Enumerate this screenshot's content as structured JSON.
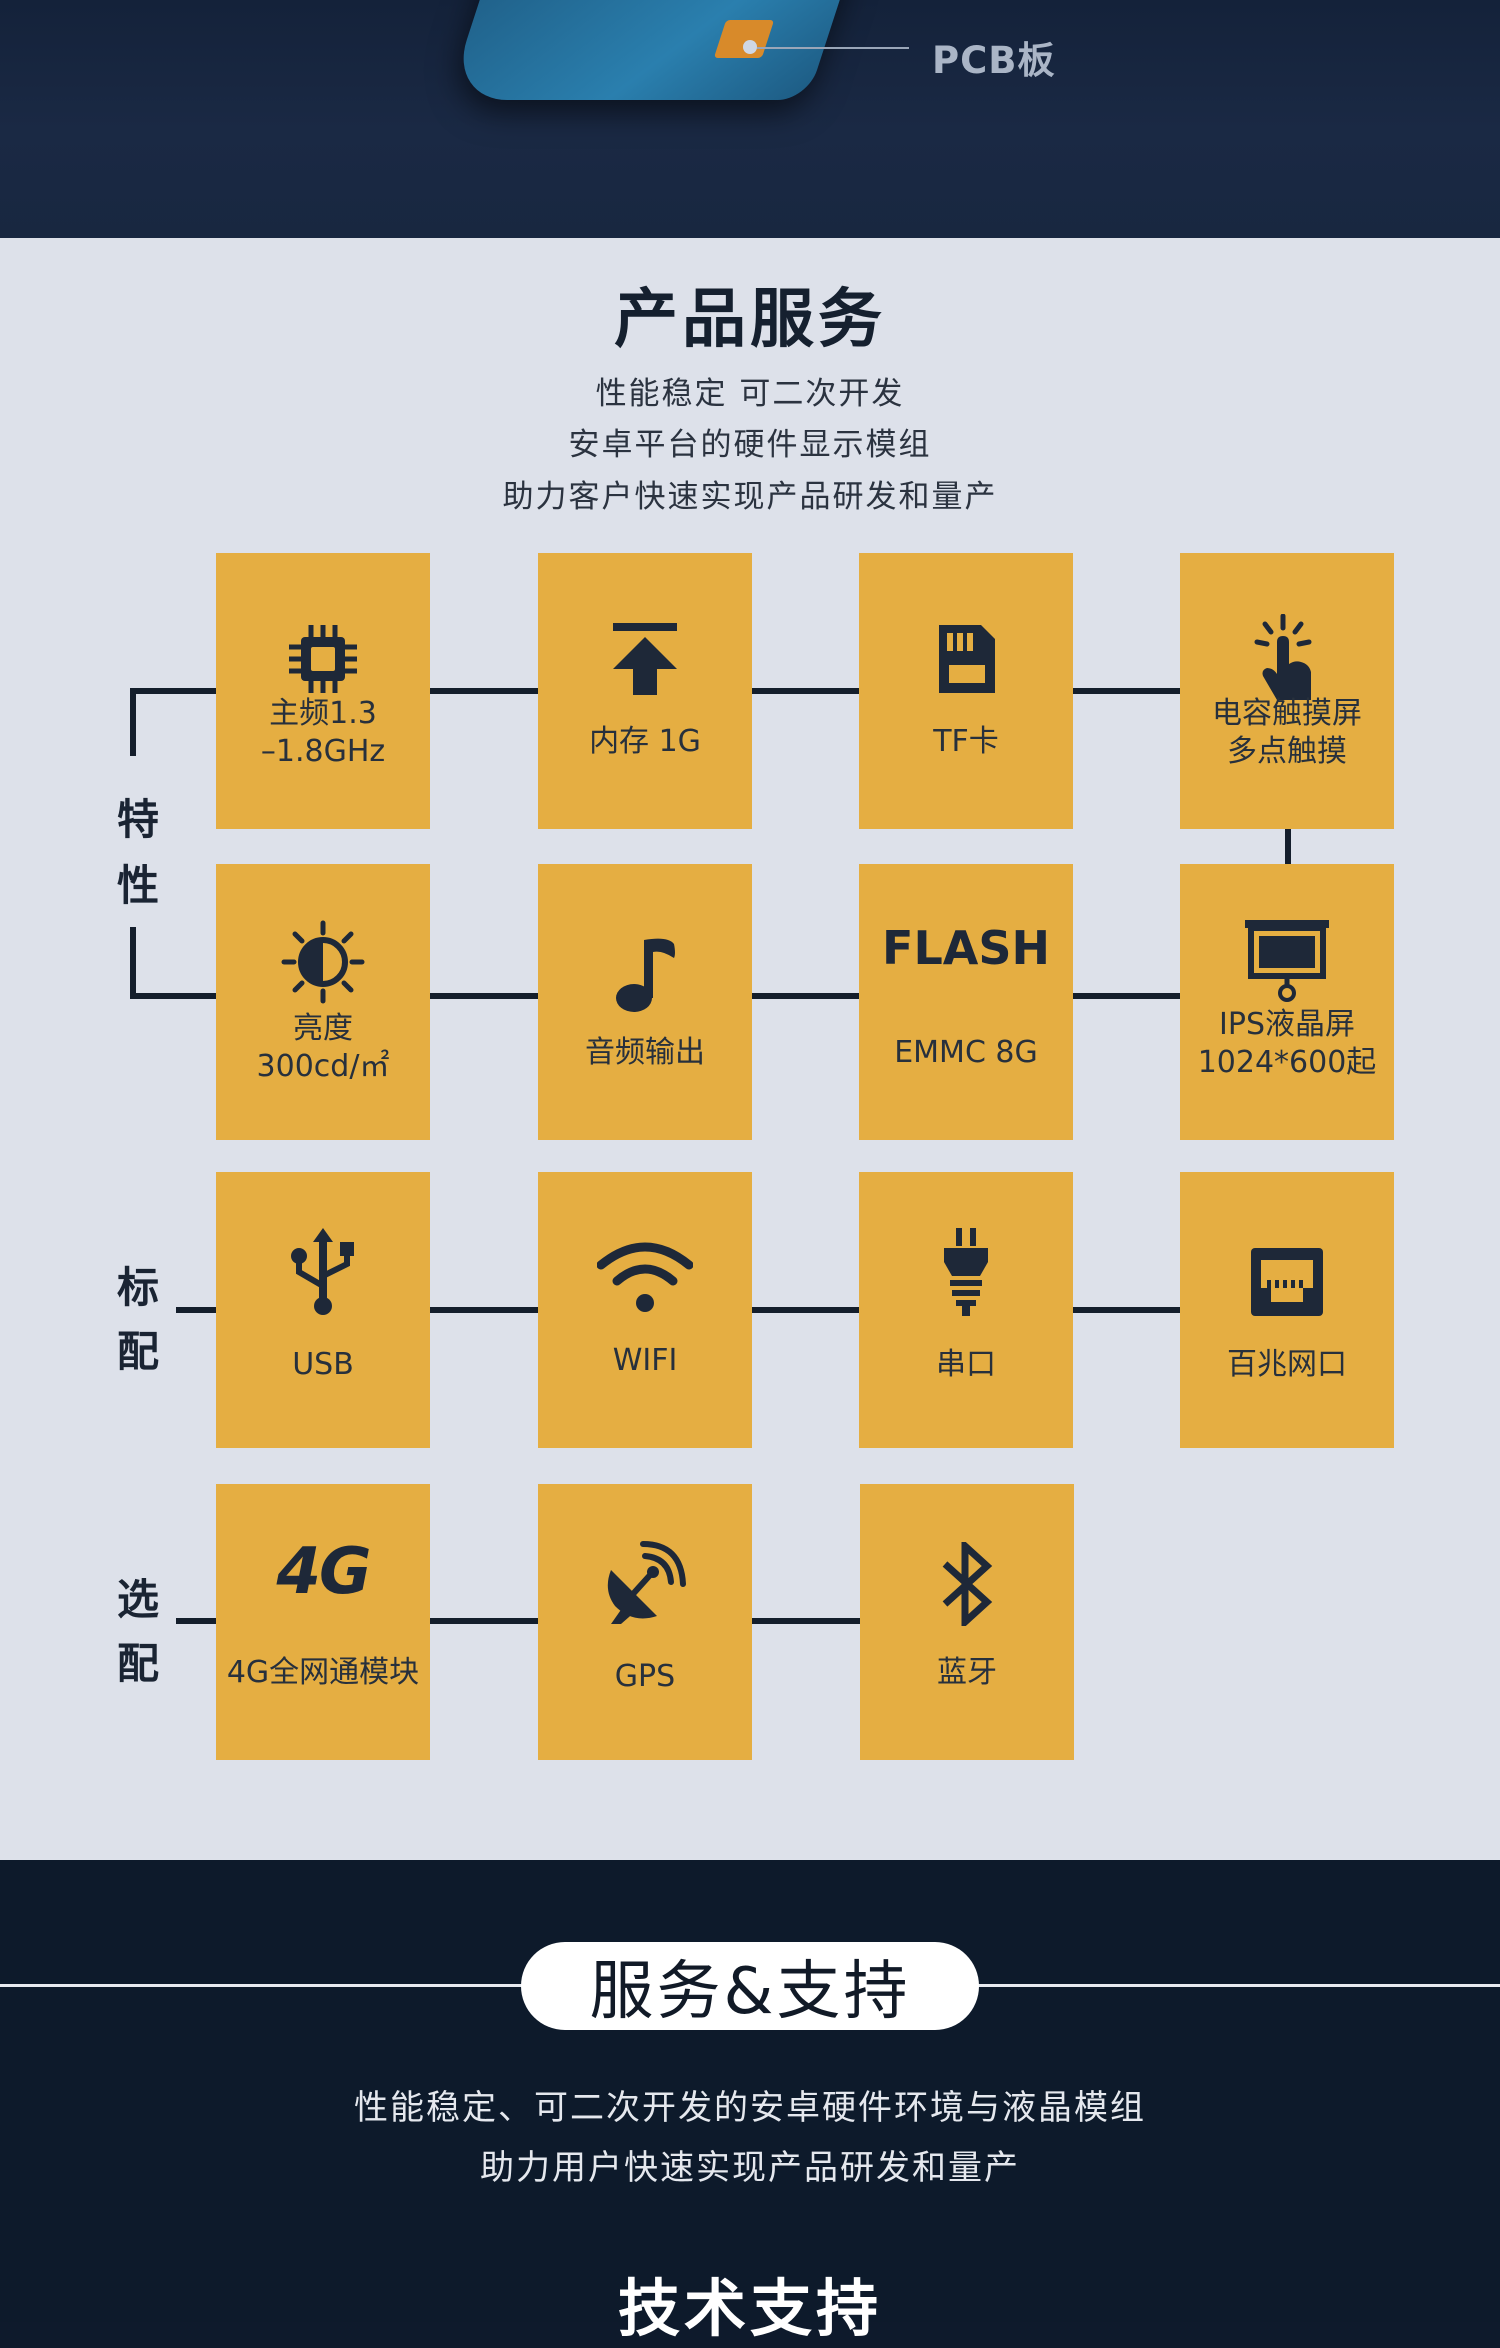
{
  "top": {
    "pcb_label": "PCB板"
  },
  "services": {
    "title": "产品服务",
    "subtitle_lines": [
      "性能稳定 可二次开发",
      "安卓平台的硬件显示模组",
      "助力客户快速实现产品研发和量产"
    ],
    "groups": [
      {
        "label_chars": [
          "特",
          "性"
        ]
      },
      {
        "label_chars": [
          "标",
          "配"
        ]
      },
      {
        "label_chars": [
          "选",
          "配"
        ]
      }
    ],
    "tiles": [
      {
        "icon": "cpu-chip-icon",
        "label": "主频1.3\n–1.8GHz"
      },
      {
        "icon": "upload-arrow-icon",
        "label": "内存  1G"
      },
      {
        "icon": "sd-card-icon",
        "label": "TF卡"
      },
      {
        "icon": "touch-hand-icon",
        "label": "电容触摸屏\n多点触摸"
      },
      {
        "icon": "brightness-icon",
        "label": "亮度\n300cd/㎡"
      },
      {
        "icon": "music-note-icon",
        "label": "音频输出"
      },
      {
        "icon_text": "FLASH",
        "label": "EMMC  8G"
      },
      {
        "icon": "projector-screen-icon",
        "label": "IPS液晶屏\n1024*600起"
      },
      {
        "icon": "usb-icon",
        "label": "USB"
      },
      {
        "icon": "wifi-icon",
        "label": "WIFI"
      },
      {
        "icon": "plug-icon",
        "label": "串口"
      },
      {
        "icon": "ethernet-port-icon",
        "label": "百兆网口"
      },
      {
        "icon_text": "4G",
        "label": "4G全网通模块"
      },
      {
        "icon": "satellite-dish-icon",
        "label": "GPS"
      },
      {
        "icon": "bluetooth-icon",
        "label": "蓝牙"
      }
    ]
  },
  "support": {
    "title": "服务&支持",
    "lines": [
      "性能稳定、可二次开发的安卓硬件环境与液晶模组",
      "助力用户快速实现产品研发和量产"
    ],
    "tech_title": "技术支持"
  },
  "colors": {
    "tile": "#e5ae42",
    "dark": "#0d1a2b",
    "light": "#dde1ea",
    "line": "#141e2c"
  }
}
